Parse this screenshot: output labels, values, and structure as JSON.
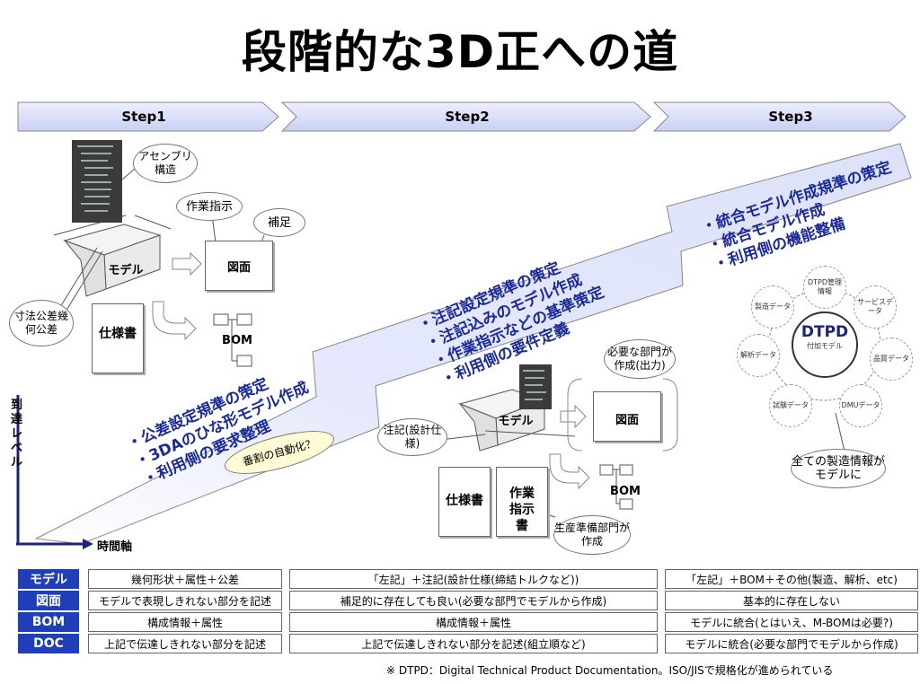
{
  "title": "段階的な3D正への道",
  "steps": [
    "Step1",
    "Step2",
    "Step3"
  ],
  "step1": {
    "band_lines": [
      "・公差設定規準の策定",
      "・3DAのひな形モデル作成",
      "・利用側の要求整理"
    ],
    "auto_note": "番割の自動化？",
    "labels": {
      "assembly": "アセンブリ構造",
      "work_instr": "作業指示",
      "supplement": "補足",
      "model": "モデル",
      "drawing": "図面",
      "spec": "仕様書",
      "bom": "BOM",
      "tolerance": "寸法公差幾何公差"
    }
  },
  "step2": {
    "band_lines": [
      "・注記設定規準の策定",
      "・注記込みのモデル作成",
      "・作業指示などの基準策定",
      "・利用側の要件定義"
    ],
    "labels": {
      "required_dept": "必要な部門が作成(出力)",
      "annotation": "注記(設計仕様)",
      "model": "モデル",
      "drawing": "図面",
      "bom": "BOM",
      "spec": "仕様書",
      "work_instr": "作業指示書",
      "prod_prep": "生産準備部門が作成"
    }
  },
  "step3": {
    "band_lines": [
      "・統合モデル作成規準の策定",
      "・統合モデル作成",
      "・利用側の機能整備"
    ],
    "dtpd_center": "DTPD",
    "dtpd_center_sub": "付加モデル",
    "dtpd_nodes": [
      "DTPD管理情報",
      "サービスデータ",
      "品質データ",
      "DMUデータ",
      "試験データ",
      "解析データ",
      "製造データ"
    ],
    "all_info": "全ての製造情報がモデルに"
  },
  "axes": {
    "y": "到達レベル",
    "x": "時間軸"
  },
  "table": {
    "rows": [
      {
        "head": "モデル",
        "cells": [
          "幾何形状＋属性＋公差",
          "「左記」＋注記(設計仕様(締結トルクなど))",
          "「左記」＋BOM＋その他(製造、解析、etc)"
        ]
      },
      {
        "head": "図面",
        "cells": [
          "モデルで表現しきれない部分を記述",
          "補足的に存在しても良い(必要な部門でモデルから作成)",
          "基本的に存在しない"
        ]
      },
      {
        "head": "BOM",
        "cells": [
          "構成情報＋属性",
          "構成情報＋属性",
          "モデルに統合(とはいえ、M-BOMは必要?)"
        ]
      },
      {
        "head": "DOC",
        "cells": [
          "上記で伝達しきれない部分を記述",
          "上記で伝達しきれない部分を記述(組立順など)",
          "モデルに統合(必要な部門でモデルから作成)"
        ]
      }
    ]
  },
  "footnote": "※ DTPD：Digital Technical Product Documentation。ISO/JISで規格化が進められている",
  "colors": {
    "band": "#e3e6fb",
    "band_edge": "#777",
    "accent": "#1f3fb8",
    "step_arrow": "#dfe3fa"
  }
}
